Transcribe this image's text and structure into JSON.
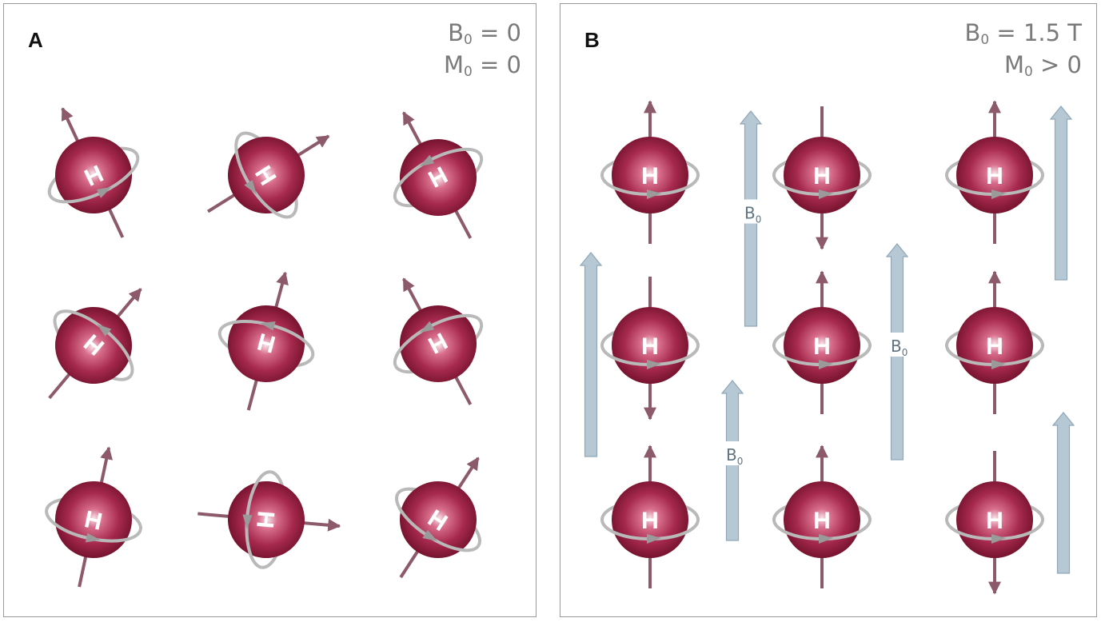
{
  "panel_a": {
    "letter": "A",
    "b0_symbol": "B",
    "b0_sub": "0",
    "b0_rest": " = 0",
    "m0_symbol": "M",
    "m0_sub": "0",
    "m0_rest": " = 0"
  },
  "panel_b": {
    "letter": "B",
    "b0_symbol": "B",
    "b0_sub": "0",
    "b0_rest": " = 1.5 T",
    "m0_symbol": "M",
    "m0_sub": "0",
    "m0_rest": " > 0",
    "field_label": "B",
    "field_label_sub": "0"
  },
  "nucleus_label": "H",
  "colors": {
    "sphere": "#8e1838",
    "spin_axis": "#8c5a6a",
    "orbit": "#b9b9b9",
    "field_arrow": "#b5c8d4",
    "field_arrow_edge": "#8fa7b6",
    "text_gray": "#7a7a7a"
  }
}
